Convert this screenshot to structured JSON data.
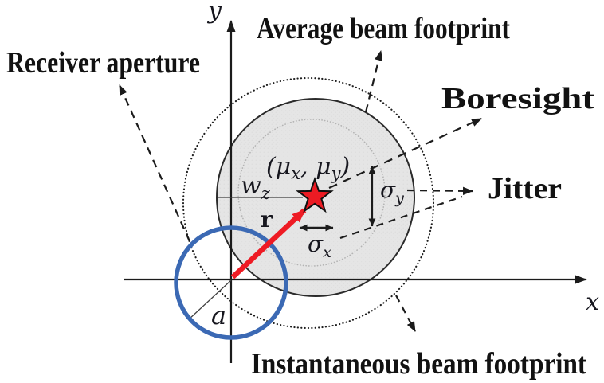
{
  "figure": {
    "type": "diagram",
    "subject": "Beam pointing error geometry with receiver aperture, beam footprints, boresight and jitter",
    "axes": {
      "x_label": "x",
      "y_label": "y"
    },
    "labels": {
      "receiver_aperture": "Receiver aperture",
      "average_beam_footprint": "Average beam footprint",
      "boresight": "Boresight",
      "jitter": "Jitter",
      "instantaneous_beam_footprint": "Instantaneous beam footprint"
    },
    "symbols": {
      "mean_offset_open": "(μ",
      "mean_offset_sub_x": "x",
      "mean_offset_separator": ", μ",
      "mean_offset_sub_y": "y",
      "mean_offset_close": ")",
      "beam_radius_base": "w",
      "beam_radius_sub": "z",
      "radial_displacement": "r",
      "sigma_base_x": "σ",
      "sigma_sub_x": "x",
      "sigma_base_y": "σ",
      "sigma_sub_y": "y",
      "aperture_radius": "a"
    },
    "colors": {
      "star_red": "#ec1b23",
      "arrow_red": "#ee1b24",
      "aperture_blue": "#3b69b4",
      "footprint_fill": "#e4e4e4",
      "line_black": "#1b1b1b",
      "faint_dotted_gray": "#b3b3b3"
    }
  }
}
